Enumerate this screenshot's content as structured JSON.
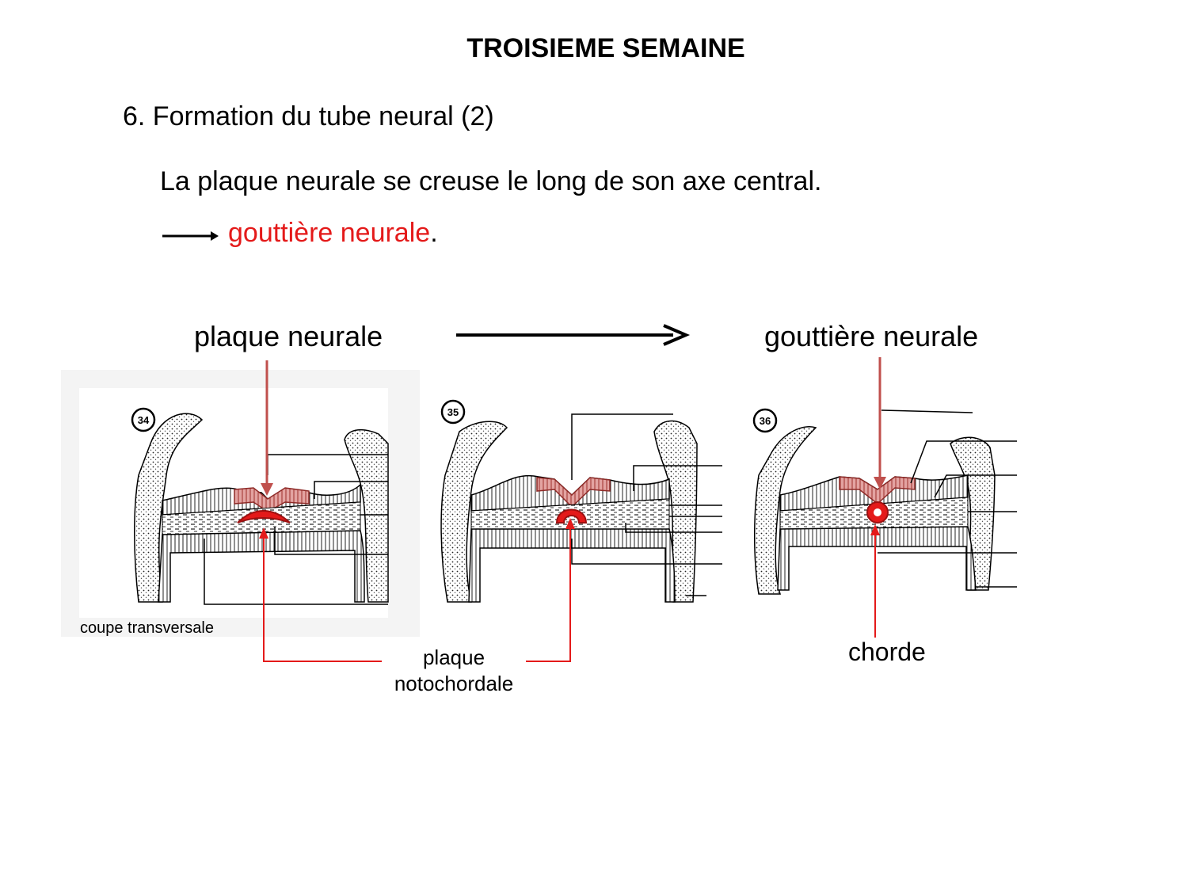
{
  "slide": {
    "title": "TROISIEME SEMAINE",
    "subtitle": "6. Formation du tube neural (2)",
    "sentence": "La plaque neurale se creuse le long de son axe central.",
    "result_text": "gouttière neurale",
    "result_punct": "."
  },
  "diagram": {
    "stage_from": "plaque neurale",
    "stage_to": "gouttière neurale",
    "section_caption": "coupe transversale",
    "notochord_plate_label": "plaque notochordale",
    "notochord_label": "chorde",
    "figure_numbers": [
      "34",
      "35",
      "36"
    ]
  },
  "colors": {
    "accent_red": "#e41a1a",
    "neural_tissue": "#c0504d",
    "pointer_red": "#c0504d",
    "ink": "#000000"
  }
}
